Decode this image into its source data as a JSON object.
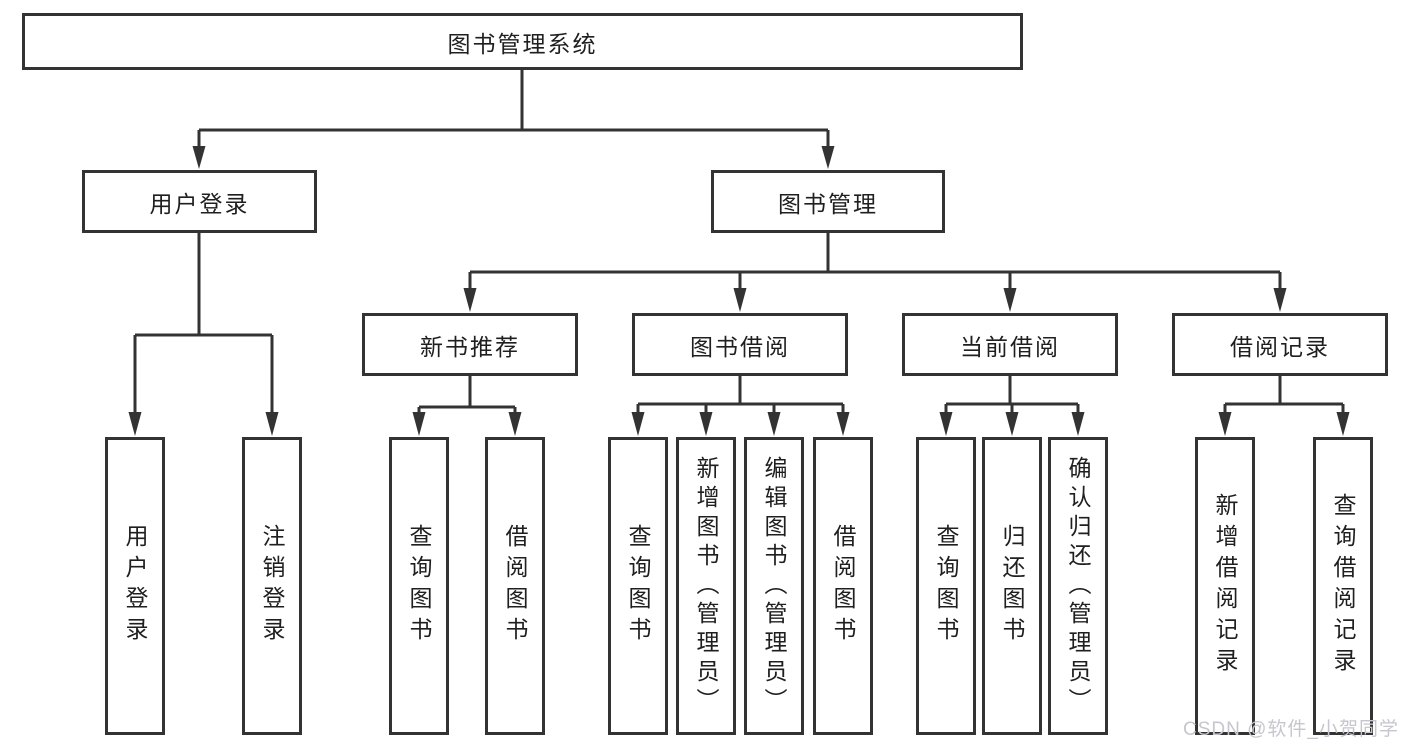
{
  "diagram": {
    "title": "图书管理系统",
    "children": [
      {
        "label": "用户登录",
        "children": [
          {
            "label": "用户登录"
          },
          {
            "label": "注销登录"
          }
        ]
      },
      {
        "label": "图书管理",
        "children": [
          {
            "label": "新书推荐",
            "children": [
              {
                "label": "查询图书"
              },
              {
                "label": "借阅图书"
              }
            ]
          },
          {
            "label": "图书借阅",
            "children": [
              {
                "label": "查询图书"
              },
              {
                "label": "新增图书（管理员）"
              },
              {
                "label": "编辑图书（管理员）"
              },
              {
                "label": "借阅图书"
              }
            ]
          },
          {
            "label": "当前借阅",
            "children": [
              {
                "label": "查询图书"
              },
              {
                "label": "归还图书"
              },
              {
                "label": "确认归还（管理员）"
              }
            ]
          },
          {
            "label": "借阅记录",
            "children": [
              {
                "label": "新增借阅记录"
              },
              {
                "label": "查询借阅记录"
              }
            ]
          }
        ]
      }
    ]
  },
  "watermark": {
    "text": "CSDN @软件_小贺同学"
  },
  "colors": {
    "line": "#333333",
    "text": "#1f1f1f",
    "background": "#ffffff",
    "watermark": "#c6c6ce"
  }
}
